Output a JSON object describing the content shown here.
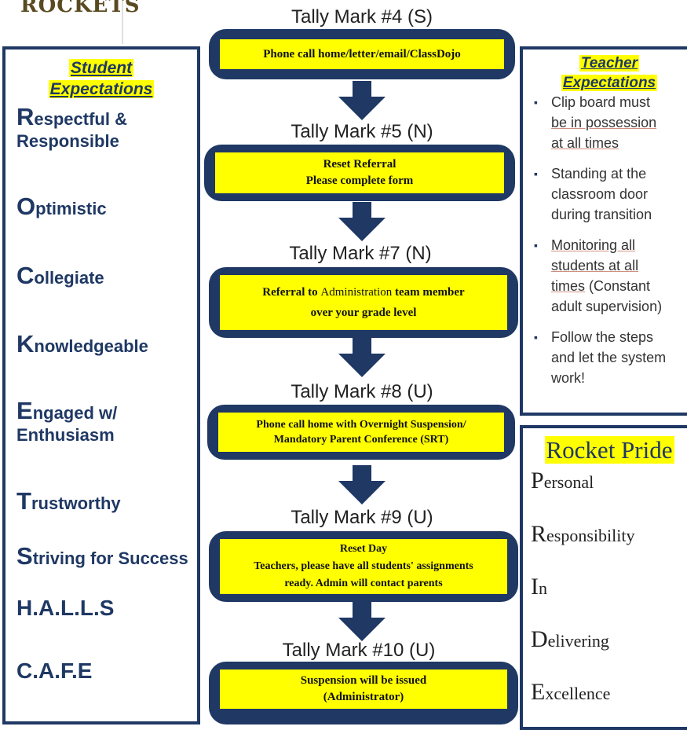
{
  "header": {
    "logo_text": "ROCKETS"
  },
  "student_expectations": {
    "title_line1": "Student",
    "title_line2": "Expectations",
    "items": [
      {
        "initial": "R",
        "rest_line1": "espectful &",
        "line2": "Responsible"
      },
      {
        "initial": "O",
        "rest_line1": "ptimistic",
        "line2": ""
      },
      {
        "initial": "C",
        "rest_line1": "ollegiate",
        "line2": ""
      },
      {
        "initial": "K",
        "rest_line1": "nowledgeable",
        "line2": ""
      },
      {
        "initial": "E",
        "rest_line1": "ngaged w/",
        "line2": "Enthusiasm"
      },
      {
        "initial": "T",
        "rest_line1": "rustworthy",
        "line2": ""
      },
      {
        "initial": "S",
        "rest_line1": "triving for Success",
        "line2": ""
      }
    ],
    "halls": "H.A.L.L.S",
    "cafe": "C.A.F.E"
  },
  "flow": {
    "steps": [
      {
        "tally": "Tally Mark #4 (S)",
        "line1": "Phone call home/letter/email/ClassDojo",
        "line2": "",
        "line3": ""
      },
      {
        "tally": "Tally Mark #5 (N)",
        "line1": "Reset Referral",
        "line2": "Please complete form",
        "line3": ""
      },
      {
        "tally": "Tally Mark #7 (N)",
        "line1_a": "Referral to ",
        "line1_b": "Administration",
        "line1_c": " team member",
        "line2": "over your grade level",
        "line3": ""
      },
      {
        "tally": "Tally Mark #8 (U)",
        "line1": "Phone call home with Overnight Suspension/",
        "line2": "Mandatory Parent Conference (SRT)",
        "line3": ""
      },
      {
        "tally": "Tally Mark #9 (U)",
        "line1": "Reset Day",
        "line2": "Teachers, please have all students' assignments",
        "line3": "ready. Admin will contact parents"
      },
      {
        "tally": "Tally Mark #10 (U)",
        "line1": "Suspension will be issued",
        "line2": "(Administrator)",
        "line3": ""
      }
    ]
  },
  "teacher_expectations": {
    "title_line1": "Teacher",
    "title_line2": "Expectations",
    "b1_line1": "Clip board must",
    "b1_line2": "be in possession",
    "b1_line3": "at all times",
    "b2_line1": "Standing at the",
    "b2_line2": "classroom door",
    "b2_line3": "during transition",
    "b3_line1": "Monitoring all",
    "b3_line2": "students at all",
    "b3_line3a": "times",
    "b3_line3b": " (Constant",
    "b3_line4": "adult supervision)",
    "b4_line1": "Follow the steps",
    "b4_line2": "and let the system",
    "b4_line3": "work!"
  },
  "rocket_pride": {
    "title": "Rocket Pride",
    "items": [
      {
        "initial": "P",
        "rest": "ersonal"
      },
      {
        "initial": "R",
        "rest": "esponsibility"
      },
      {
        "initial": "I",
        "rest": "n"
      },
      {
        "initial": "D",
        "rest": "elivering"
      },
      {
        "initial": "E",
        "rest": "xcellence"
      }
    ]
  },
  "colors": {
    "navy": "#1f3864",
    "highlight": "#ffff00"
  }
}
